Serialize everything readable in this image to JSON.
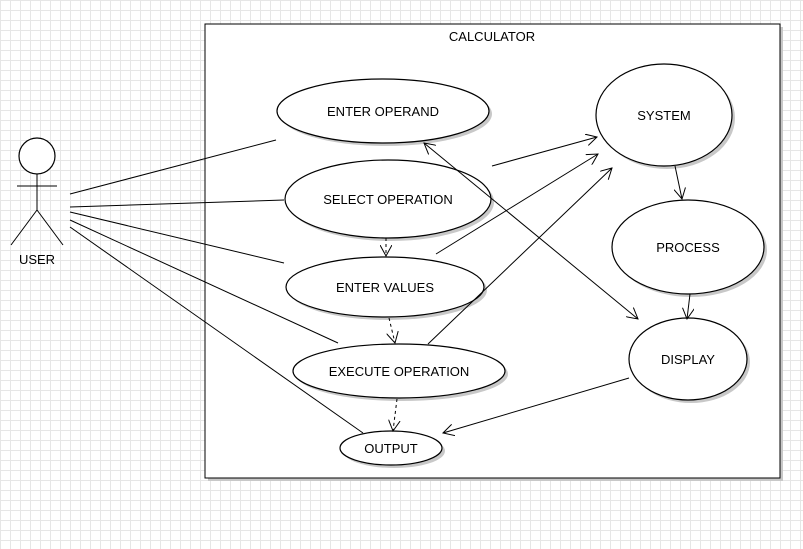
{
  "system_boundary": {
    "title": "CALCULATOR"
  },
  "actor": {
    "label": "USER"
  },
  "use_cases": {
    "enter_operand": "ENTER OPERAND",
    "select_operation": "SELECT OPERATION",
    "enter_values": "ENTER VALUES",
    "execute_operation": "EXECUTE OPERATION",
    "output": "OUTPUT",
    "system": "SYSTEM",
    "process": "PROCESS",
    "display": "DISPLAY"
  }
}
